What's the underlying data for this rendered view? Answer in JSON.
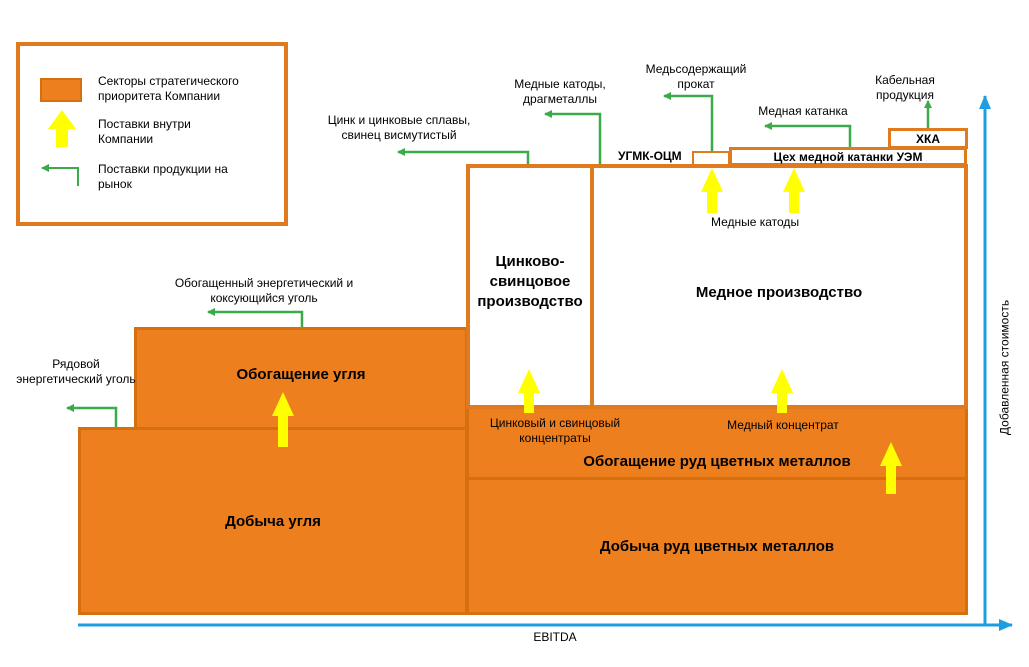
{
  "legend": {
    "sector_label": "Секторы стратегического приоритета Компании",
    "internal_label": "Поставки внутри Компании",
    "market_label": "Поставки продукции на рынок"
  },
  "axes": {
    "x_label": "EBITDA",
    "y_label": "Добавленная стоимость"
  },
  "blocks": {
    "coal_mining": "Добыча угля",
    "coal_enrichment": "Обогащение угля",
    "ore_mining": "Добыча руд цветных металлов",
    "ore_enrichment": "Обогащение руд цветных металлов",
    "zinc_lead": "Цинково-свинцовое производство",
    "copper": "Медное производство",
    "ugmk_ocm": "УГМК-ОЦМ",
    "rod_shop": "Цех медной катанки УЭМ",
    "hka": "ХКА"
  },
  "flows": {
    "raw_coal": "Рядовой энергетический уголь",
    "enriched_coal": "Обогащенный энергетический и коксующийся уголь",
    "zinc_alloys": "Цинк и цинковые сплавы, свинец висмутистый",
    "copper_cathodes_precious": "Медные катоды, драгметаллы",
    "copper_rolled": "Медьсодержащий прокат",
    "copper_rod": "Медная катанка",
    "cable": "Кабельная продукция",
    "copper_cathodes": "Медные катоды",
    "zinc_lead_concentrates": "Цинковый и свинцовый концентраты",
    "copper_concentrate": "Медный концентрат"
  },
  "colors": {
    "sector_fill": "#ee7f1f",
    "internal_arrow": "#ffff00",
    "market_arrow": "#3aaa4a",
    "axis": "#1e9ee0"
  }
}
